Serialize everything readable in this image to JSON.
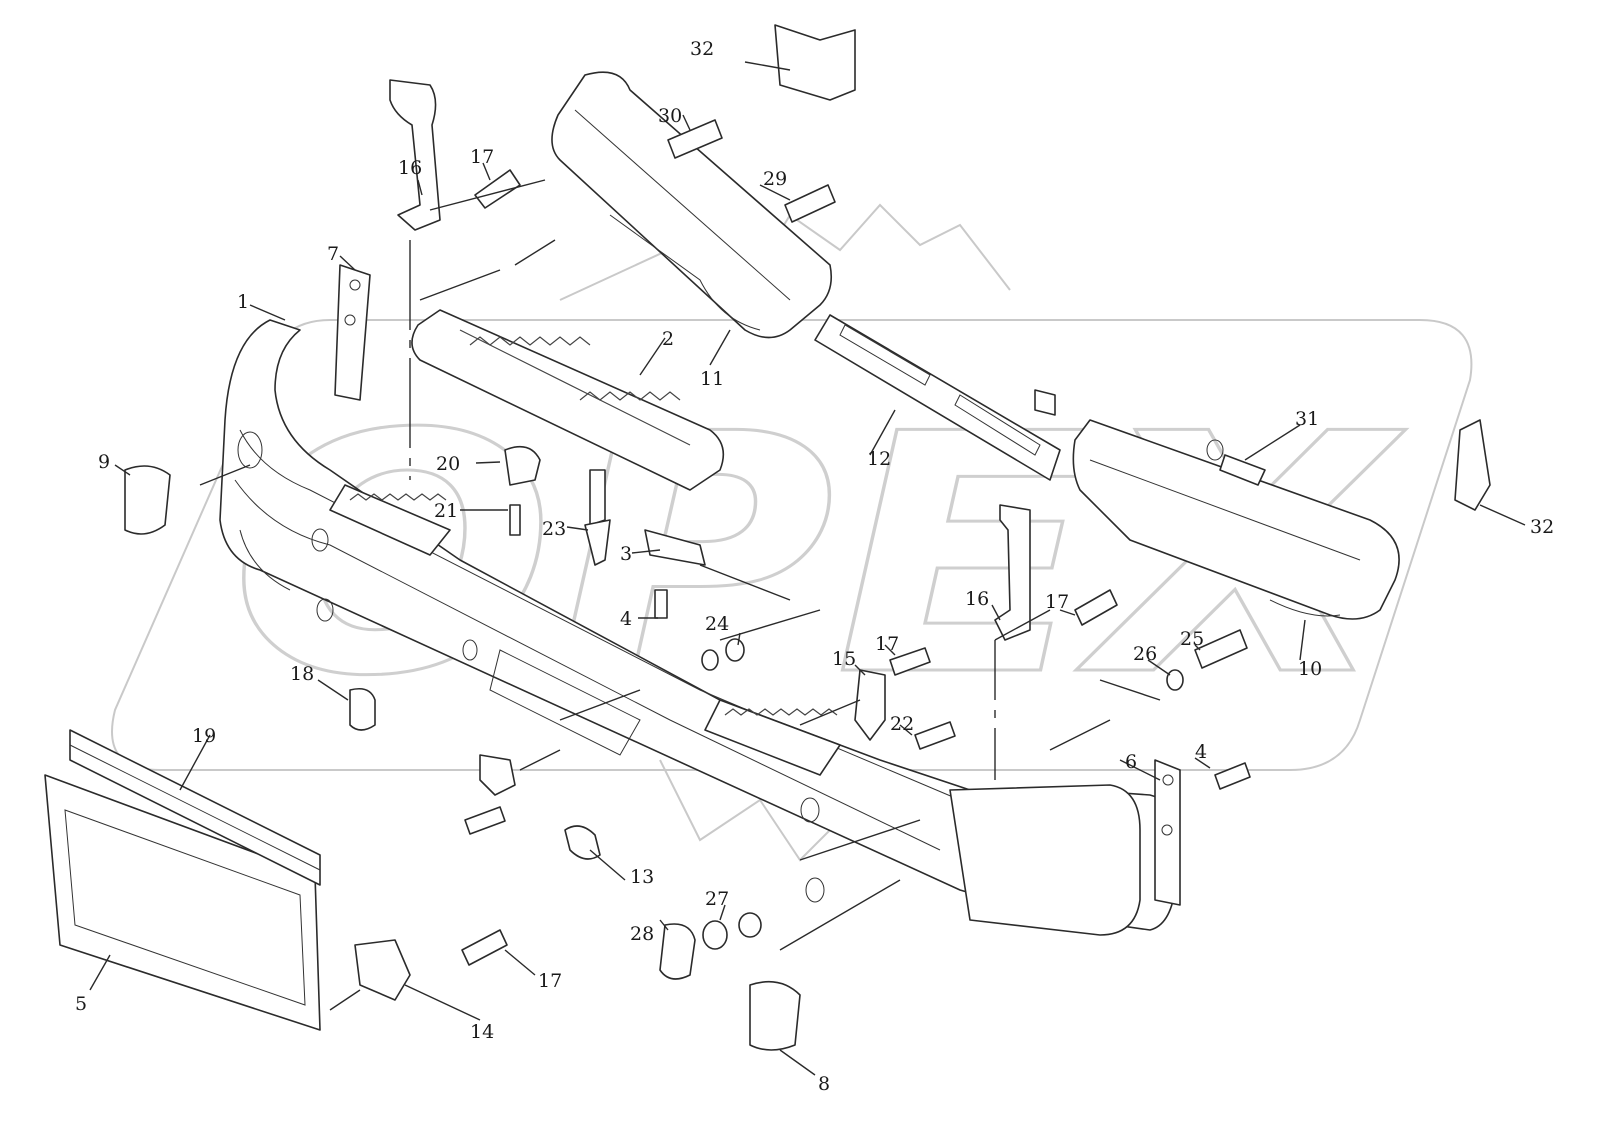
{
  "watermark": {
    "text": "OPEX"
  },
  "callouts": {
    "c1": "1",
    "c2": "2",
    "c3": "3",
    "c4a": "4",
    "c4b": "4",
    "c5": "5",
    "c6": "6",
    "c7": "7",
    "c8": "8",
    "c9": "9",
    "c10": "10",
    "c11": "11",
    "c12": "12",
    "c13": "13",
    "c14": "14",
    "c15": "15",
    "c16a": "16",
    "c16b": "16",
    "c17a": "17",
    "c17b": "17",
    "c17c": "17",
    "c17d": "17",
    "c18": "18",
    "c19": "19",
    "c20": "20",
    "c21": "21",
    "c22": "22",
    "c23": "23",
    "c24": "24",
    "c25": "25",
    "c26": "26",
    "c27": "27",
    "c28": "28",
    "c29": "29",
    "c30": "30",
    "c31": "31",
    "c32a": "32",
    "c32b": "32"
  }
}
